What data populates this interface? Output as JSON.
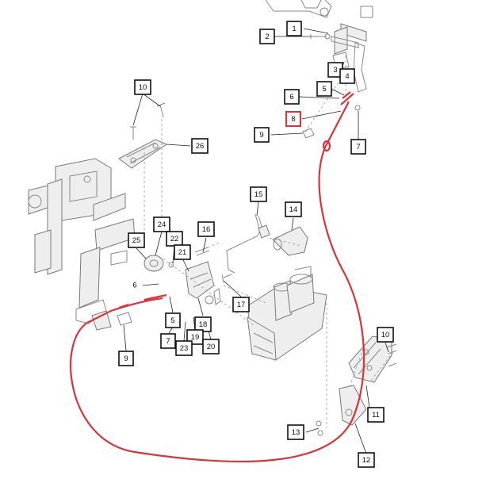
{
  "diagram": {
    "accent_color": "#d9343a",
    "highlighted_callout": "8",
    "callouts": [
      {
        "id": "c1",
        "label": "1"
      },
      {
        "id": "c2",
        "label": "2"
      },
      {
        "id": "c3",
        "label": "3"
      },
      {
        "id": "c4",
        "label": "4"
      },
      {
        "id": "c5a",
        "label": "5"
      },
      {
        "id": "c6a",
        "label": "6"
      },
      {
        "id": "c8",
        "label": "8"
      },
      {
        "id": "c9a",
        "label": "9"
      },
      {
        "id": "c7a",
        "label": "7"
      },
      {
        "id": "c10a",
        "label": "10"
      },
      {
        "id": "c26",
        "label": "26"
      },
      {
        "id": "c15",
        "label": "15"
      },
      {
        "id": "c14",
        "label": "14"
      },
      {
        "id": "c24",
        "label": "24"
      },
      {
        "id": "c22",
        "label": "22"
      },
      {
        "id": "c16",
        "label": "16"
      },
      {
        "id": "c25",
        "label": "25"
      },
      {
        "id": "c21",
        "label": "21"
      },
      {
        "id": "c17",
        "label": "17"
      },
      {
        "id": "c5b",
        "label": "5"
      },
      {
        "id": "c18",
        "label": "18"
      },
      {
        "id": "c7b",
        "label": "7"
      },
      {
        "id": "c19",
        "label": "19"
      },
      {
        "id": "c23",
        "label": "23"
      },
      {
        "id": "c20",
        "label": "20"
      },
      {
        "id": "c9b",
        "label": "9"
      },
      {
        "id": "c10b",
        "label": "10"
      },
      {
        "id": "c11",
        "label": "11"
      },
      {
        "id": "c13",
        "label": "13"
      },
      {
        "id": "c12",
        "label": "12"
      }
    ],
    "loose_labels": [
      {
        "id": "l6b",
        "label": "6"
      }
    ]
  }
}
